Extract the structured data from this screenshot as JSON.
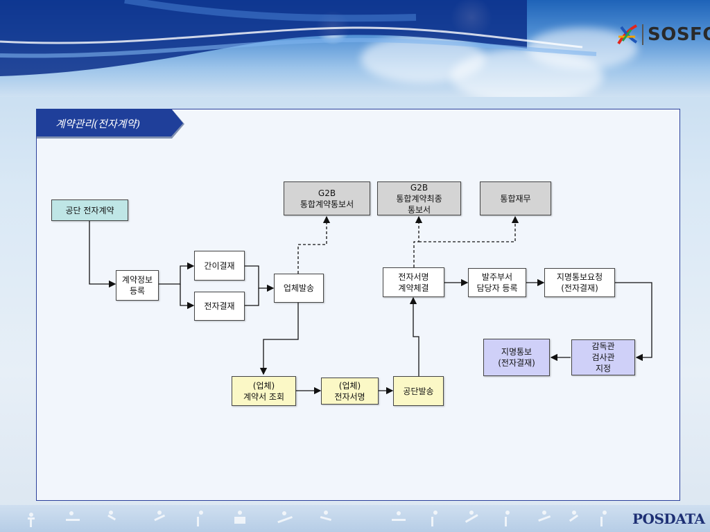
{
  "header": {
    "brand": "SOSFO"
  },
  "panel": {
    "title": "계약관리(전자계약)"
  },
  "diagram": {
    "nodes": {
      "start": "공단 전자계약",
      "contract_info": "계약정보\n등록",
      "simple_approval": "간이결재",
      "e_approval": "전자결재",
      "vendor_send": "업체발송",
      "g2b_notice": "G2B\n통합계약통보서",
      "g2b_final": "G2B\n통합계약최종\n통보서",
      "integrated_finance": "통합재무",
      "vendor_view": "(업체)\n계약서 조회",
      "vendor_sign": "(업체)\n전자서명",
      "agency_send": "공단발송",
      "esign_contract": "전자서명\n계약체결",
      "order_dept": "발주부서\n담당자 등록",
      "notify_request": "지명통보요청\n(전자결재)",
      "inspector": "감독관\n검사관\n지정",
      "notify": "지명통보\n(전자결재)"
    }
  },
  "footer": {
    "brand": "POSDATA"
  },
  "colors": {
    "panel_border": "#2a3f9a",
    "tab_fill": "#1f3f9a",
    "start_fill": "#bfe6e6",
    "g2b_fill": "#d4d4d4",
    "vendor_fill": "#fbf8c6",
    "notify_fill": "#cfd0f8"
  }
}
